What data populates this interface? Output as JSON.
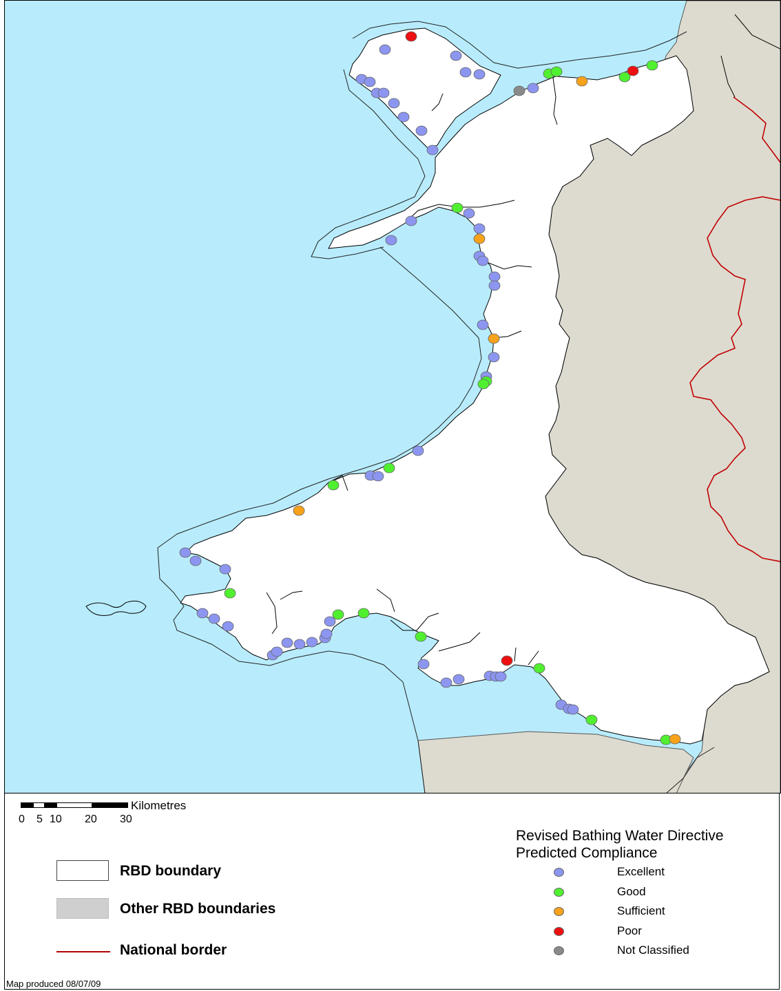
{
  "colors": {
    "sea": "#b8ecfc",
    "land_rbd": "#ffffff",
    "land_other": "#dddbd0",
    "national_border": "#c00000",
    "excellent": "#8c96f0",
    "good": "#50f030",
    "sufficient": "#f7a21b",
    "poor": "#ee1010",
    "not_classified": "#8a8a8a"
  },
  "scale": {
    "unit": "Kilometres",
    "ticks": [
      "0",
      "5",
      "10",
      "20",
      "30"
    ]
  },
  "legend": {
    "rbd_boundary": "RBD boundary",
    "other_rbd": "Other RBD boundaries",
    "national_border": "National border"
  },
  "compliance": {
    "title_line1": "Revised Bathing Water Directive",
    "title_line2": "Predicted Compliance",
    "classes": [
      {
        "key": "excellent",
        "label": "Excellent"
      },
      {
        "key": "good",
        "label": "Good"
      },
      {
        "key": "sufficient",
        "label": "Sufficient"
      },
      {
        "key": "poor",
        "label": "Poor"
      },
      {
        "key": "not_classified",
        "label": "Not Classified"
      }
    ]
  },
  "footer": "Map produced 08/07/09",
  "sites": [
    [
      "poor",
      590,
      52
    ],
    [
      "excellent",
      552,
      71
    ],
    [
      "excellent",
      655,
      80
    ],
    [
      "excellent",
      669,
      104
    ],
    [
      "excellent",
      689,
      107
    ],
    [
      "excellent",
      518,
      114
    ],
    [
      "excellent",
      530,
      118
    ],
    [
      "excellent",
      540,
      134
    ],
    [
      "excellent",
      550,
      134
    ],
    [
      "excellent",
      565,
      149
    ],
    [
      "excellent",
      579,
      169
    ],
    [
      "excellent",
      605,
      189
    ],
    [
      "excellent",
      621,
      217
    ],
    [
      "not_classified",
      747,
      131
    ],
    [
      "excellent",
      767,
      127
    ],
    [
      "good",
      790,
      106
    ],
    [
      "good",
      801,
      103
    ],
    [
      "sufficient",
      838,
      117
    ],
    [
      "good",
      900,
      111
    ],
    [
      "poor",
      912,
      102
    ],
    [
      "good",
      940,
      94
    ],
    [
      "good",
      657,
      301
    ],
    [
      "excellent",
      674,
      309
    ],
    [
      "excellent",
      590,
      320
    ],
    [
      "excellent",
      689,
      331
    ],
    [
      "sufficient",
      689,
      346
    ],
    [
      "excellent",
      561,
      348
    ],
    [
      "excellent",
      689,
      371
    ],
    [
      "excellent",
      694,
      378
    ],
    [
      "excellent",
      711,
      401
    ],
    [
      "excellent",
      711,
      414
    ],
    [
      "excellent",
      694,
      471
    ],
    [
      "sufficient",
      710,
      491
    ],
    [
      "excellent",
      710,
      518
    ],
    [
      "excellent",
      699,
      546
    ],
    [
      "good",
      699,
      553
    ],
    [
      "good",
      695,
      557
    ],
    [
      "excellent",
      600,
      654
    ],
    [
      "good",
      558,
      679
    ],
    [
      "excellent",
      531,
      690
    ],
    [
      "excellent",
      542,
      691
    ],
    [
      "good",
      477,
      704
    ],
    [
      "sufficient",
      427,
      741
    ],
    [
      "excellent",
      262,
      802
    ],
    [
      "excellent",
      277,
      814
    ],
    [
      "excellent",
      320,
      826
    ],
    [
      "good",
      327,
      861
    ],
    [
      "excellent",
      287,
      890
    ],
    [
      "excellent",
      304,
      898
    ],
    [
      "excellent",
      324,
      909
    ],
    [
      "excellent",
      389,
      951
    ],
    [
      "excellent",
      395,
      946
    ],
    [
      "excellent",
      410,
      933
    ],
    [
      "excellent",
      428,
      935
    ],
    [
      "excellent",
      446,
      932
    ],
    [
      "excellent",
      465,
      926
    ],
    [
      "excellent",
      467,
      920
    ],
    [
      "excellent",
      472,
      902
    ],
    [
      "good",
      484,
      892
    ],
    [
      "good",
      521,
      890
    ],
    [
      "good",
      604,
      924
    ],
    [
      "excellent",
      608,
      964
    ],
    [
      "poor",
      729,
      959
    ],
    [
      "good",
      776,
      970
    ],
    [
      "excellent",
      641,
      991
    ],
    [
      "excellent",
      659,
      986
    ],
    [
      "excellent",
      704,
      981
    ],
    [
      "excellent",
      713,
      982
    ],
    [
      "excellent",
      720,
      982
    ],
    [
      "excellent",
      808,
      1023
    ],
    [
      "excellent",
      819,
      1029
    ],
    [
      "excellent",
      825,
      1030
    ],
    [
      "good",
      852,
      1045
    ],
    [
      "good",
      960,
      1074
    ],
    [
      "sufficient",
      973,
      1073
    ]
  ]
}
